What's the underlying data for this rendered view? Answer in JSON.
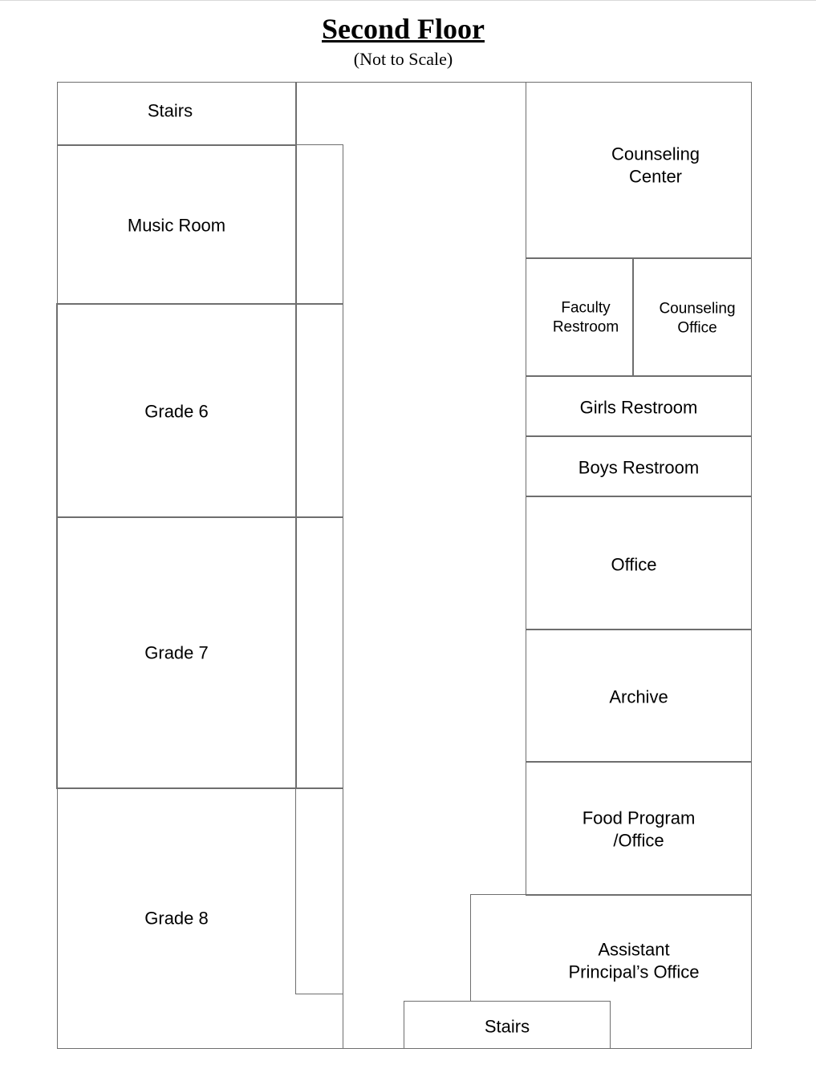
{
  "header": {
    "title": "Second Floor",
    "subtitle": "(Not to Scale)"
  },
  "rooms": {
    "stairs_top": "Stairs",
    "music_room": "Music Room",
    "grade_6": "Grade 6",
    "grade_7": "Grade 7",
    "grade_8": "Grade 8",
    "counseling_center": "Counseling\nCenter",
    "faculty_restroom": "Faculty\nRestroom",
    "counseling_office": "Counseling\nOffice",
    "girls_restroom": "Girls Restroom",
    "boys_restroom": "Boys Restroom",
    "office": "Office",
    "archive": "Archive",
    "food_program": "Food Program\n/Office",
    "assistant_principal": "Assistant\nPrincipal’s Office",
    "stairs_bottom": "Stairs"
  }
}
